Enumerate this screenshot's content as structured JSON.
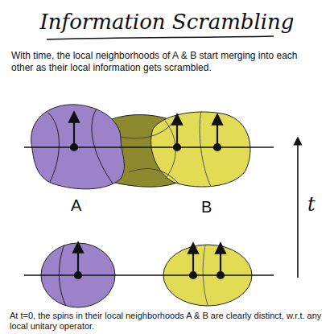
{
  "diagram": {
    "title": "Information Scrambling",
    "labels": [
      "With time, the local neighborhoods of A & B start merging into each other as their local information gets scrambled.",
      "A",
      "B",
      "t",
      "At t=0, the spins in their local neighborhoods A & B are clearly distinct, w.r.t. any local unitary operator."
    ]
  }
}
